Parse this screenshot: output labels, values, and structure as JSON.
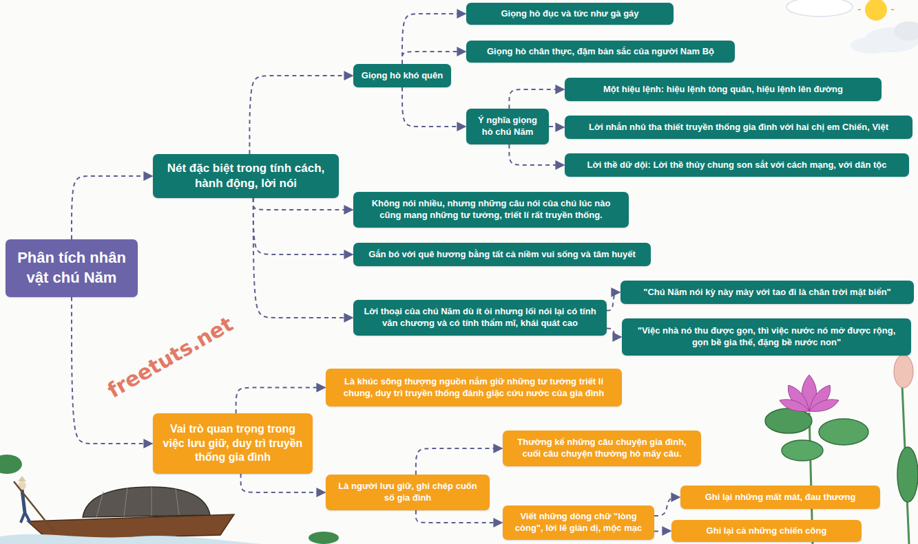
{
  "diagram": {
    "nodes": [
      {
        "text": [
          "Phân tích nhân vật chú Năm"
        ]
      },
      {
        "text": [
          "Nét đặc biệt trong tính cách, hành động, lời nói"
        ]
      },
      {
        "text": [
          "Giọng hò khó quên"
        ]
      },
      {
        "text": [
          "Giọng hò đục và tức như gà gáy"
        ]
      },
      {
        "text": [
          "Giọng hò chân thực, đậm bản sắc của người Nam Bộ"
        ]
      },
      {
        "text": [
          "Ý nghĩa giọng hò chú Năm"
        ]
      },
      {
        "text": [
          "Một hiệu lệnh: hiệu lệnh tòng quân, hiệu lệnh lên đường"
        ]
      },
      {
        "text": [
          "Lời nhắn nhủ tha thiết truyền thống gia đình với hai chị em Chiến, Việt"
        ]
      },
      {
        "text": [
          "Lời thề dữ dội: Lời thề thủy chung son sắt với cách mạng, với dân tộc"
        ]
      },
      {
        "text": [
          "Không nói nhiều, nhưng những câu nói của chú lúc nào cũng mang những tư tưởng, triết lí rất truyền thống."
        ]
      },
      {
        "text": [
          "Gắn bó với quê hương bằng tất cả niềm vui sống và tâm huyết"
        ]
      },
      {
        "text": [
          "Lời thoại của chú Năm dù ít ỏi nhưng lối nói lại có tính văn chương và có tính thẩm mĩ, khái quát cao"
        ]
      },
      {
        "text": [
          "\"Chú Năm nói kỳ này mày với tao đi là chân trời mặt biển\""
        ]
      },
      {
        "text": [
          "\"Việc nhà nó thu được gọn, thì việc nước nó mở được rộng, gọn bề gia thế, đặng bề nước non\""
        ]
      },
      {
        "text": [
          "Vai trò quan trọng trong việc lưu giữ, duy trì truyền thống gia đình"
        ]
      },
      {
        "text": [
          "Là khúc sông thượng nguồn nắm giữ những tư tưởng triết lí chung, duy trì truyền thống đánh giặc cứu nước của gia đình"
        ]
      },
      {
        "text": [
          "Là người lưu giữ, ghi chép cuốn số gia đình"
        ]
      },
      {
        "text": [
          "Thường kể những câu chuyện gia đình, cuối câu chuyện thường hò mấy câu."
        ]
      },
      {
        "text": [
          "Viết những dòng chữ \"lòng còng\", lời lẽ giản dị, mộc mạc"
        ]
      },
      {
        "text": [
          "Ghi lại những mất mát, đau thương"
        ]
      },
      {
        "text": [
          "Ghi lại cả những chiến công"
        ]
      }
    ],
    "edges": [
      {
        "from": 0,
        "to": 1,
        "arrow": "to"
      },
      {
        "from": 1,
        "to": 2,
        "arrow": "to"
      },
      {
        "from": 2,
        "to": 3,
        "arrow": "to"
      },
      {
        "from": 2,
        "to": 4,
        "arrow": "to"
      },
      {
        "from": 2,
        "to": 5,
        "arrow": "to"
      },
      {
        "from": 5,
        "to": 6,
        "arrow": "to"
      },
      {
        "from": 5,
        "to": 7,
        "arrow": "to"
      },
      {
        "from": 5,
        "to": 8,
        "arrow": "to"
      },
      {
        "from": 1,
        "to": 9,
        "arrow": "to"
      },
      {
        "from": 1,
        "to": 10,
        "arrow": "to"
      },
      {
        "from": 1,
        "to": 11,
        "arrow": "to"
      },
      {
        "from": 11,
        "to": 12,
        "arrow": "to"
      },
      {
        "from": 11,
        "to": 13,
        "arrow": "to"
      },
      {
        "from": 0,
        "to": 14,
        "arrow": "to"
      },
      {
        "from": 14,
        "to": 15,
        "arrow": "to"
      },
      {
        "from": 14,
        "to": 16,
        "arrow": "to"
      },
      {
        "from": 16,
        "to": 17,
        "arrow": "to"
      },
      {
        "from": 16,
        "to": 18,
        "arrow": "to"
      },
      {
        "from": 18,
        "to": 19,
        "arrow": "to"
      },
      {
        "from": 18,
        "to": 20,
        "arrow": "to"
      }
    ],
    "labels": [
      "freetuts.net"
    ]
  }
}
